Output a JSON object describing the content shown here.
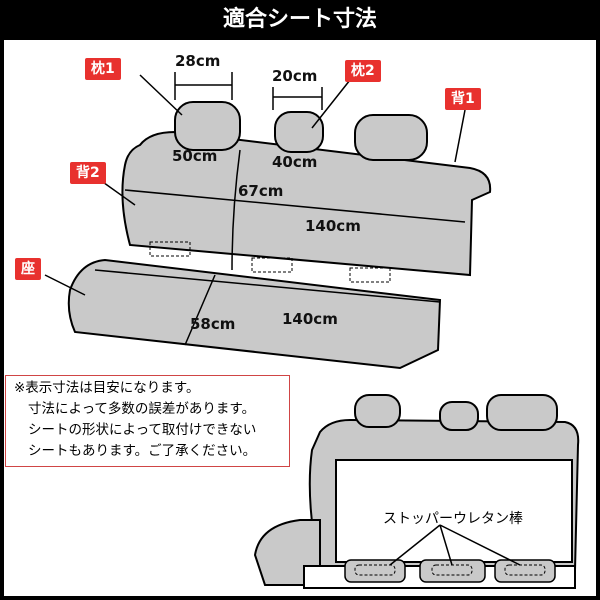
{
  "title": "適合シート寸法",
  "labels": {
    "headrest1": "枕1",
    "headrest2": "枕2",
    "back1": "背1",
    "back2": "背2",
    "seat": "座"
  },
  "dimensions": {
    "headrest1_width": "28cm",
    "headrest2_width": "20cm",
    "headrest1_circ": "50cm",
    "headrest2_circ": "40cm",
    "back_height": "67cm",
    "back_width": "140cm",
    "seat_depth": "58cm",
    "seat_width": "140cm"
  },
  "note": [
    "※表示寸法は目安になります。",
    "寸法によって多数の誤差があります。",
    "シートの形状によって取付けできない",
    "シートもあります。ご了承ください。"
  ],
  "stopper_label": "ストッパーウレタン棒",
  "colors": {
    "label_red": "#e8312e",
    "seat_gray": "#c9c9c9"
  }
}
